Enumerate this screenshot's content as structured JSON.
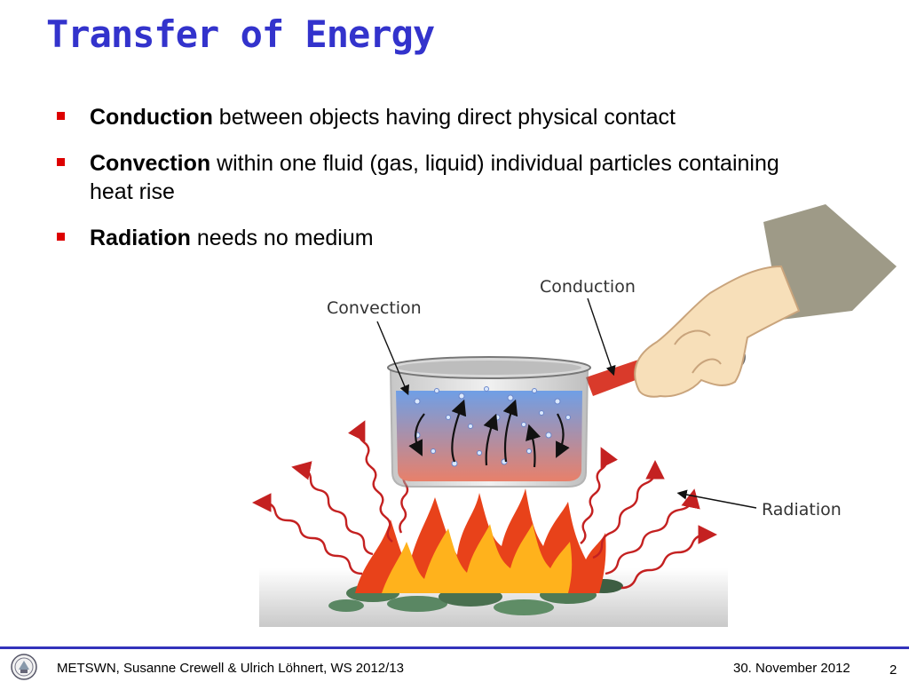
{
  "colors": {
    "title": "#3333cc",
    "bullet": "#dd0000",
    "footer_line": "#3333bb",
    "water_top": "#6f9fe6",
    "water_bottom": "#e8806a",
    "flame_outer": "#e8421a",
    "flame_inner": "#ffb21c",
    "radiation_wave": "#c42121",
    "pot_handle": "#d93a2b"
  },
  "slide": {
    "title": "Transfer of Energy"
  },
  "bullets": [
    {
      "term": "Conduction",
      "text": " between objects having direct physical contact"
    },
    {
      "term": "Convection",
      "text": " within one fluid (gas, liquid) individual particles containing heat rise"
    },
    {
      "term": "Radiation",
      "text": " needs no medium"
    }
  ],
  "illustration": {
    "labels": {
      "conduction": "Conduction",
      "convection": "Convection",
      "radiation": "Radiation"
    }
  },
  "footer": {
    "left_text": "METSWN, Susanne Crewell & Ulrich Löhnert,  WS 2012/13",
    "date": "30. November 2012",
    "page": "2",
    "logo_icon": "university-seal-icon"
  }
}
